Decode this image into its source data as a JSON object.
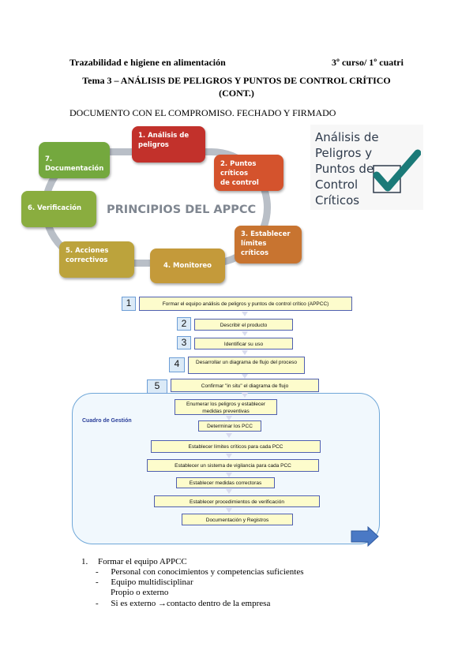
{
  "header": {
    "subject": "Trazabilidad e higiene en alimentación",
    "course": "3º curso/ 1º cuatri"
  },
  "title": {
    "line1": "Tema 3 – ANÁLISIS DE PELIGROS Y PUNTOS DE CONTROL CRÍTICO",
    "line2": "(CONT.)"
  },
  "subtitle": "DOCUMENTO CON EL COMPROMISO. FECHADO Y FIRMADO",
  "principles_diagram": {
    "center_label": "PRINCIPIOS DEL APPCC",
    "steps": [
      {
        "line1": "1. Análisis de",
        "line2": "peligros",
        "color": "#c2312b"
      },
      {
        "line1": "2. Puntos críticos",
        "line2": "de control",
        "color": "#d4532d"
      },
      {
        "line1": "3. Establecer",
        "line2": "límites",
        "line3": "críticos",
        "color": "#c87430"
      },
      {
        "line1": "4. Monitoreo",
        "line2": "",
        "color": "#c49a3a"
      },
      {
        "line1": "5. Acciones",
        "line2": "correctivos",
        "color": "#bca33c"
      },
      {
        "line1": "6. Verificación",
        "line2": "",
        "color": "#8aad3f"
      },
      {
        "line1": "7. Documentación",
        "line2": "",
        "color": "#74a83e"
      }
    ]
  },
  "logo": {
    "lines": [
      "Análisis de",
      "Peligros y",
      "Puntos de",
      "Control",
      "Críticos"
    ],
    "check_color": "#1b7a78"
  },
  "flowchart": {
    "steps": [
      {
        "num": "1",
        "text": "Formar el equipo análisis de peligros y puntos de control crítico (APPCC)"
      },
      {
        "num": "2",
        "text": "Describir el producto"
      },
      {
        "num": "3",
        "text": "Identificar su uso"
      },
      {
        "num": "4",
        "text": "Desarrollar un diagrama de flujo del proceso"
      },
      {
        "num": "5",
        "text": "Confirmar \"in situ\" el diagrama de flujo"
      }
    ],
    "panel_label": "Cuadro de Gestión",
    "inner_steps": [
      "Enumerar los peligros y establecer medidas preventivas",
      "Determinar los PCC",
      "Establecer límites críticos para cada PCC",
      "Establecer un sistema de vigilancia para cada PCC",
      "Establecer medidas correctoras",
      "Establecer procedimientos de verificación",
      "Documentación y Registros"
    ]
  },
  "list": {
    "item1": "Formar el equipo APPCC",
    "bullets": [
      "Personal con conocimientos y competencias suficientes",
      "Equipo multidisciplinar",
      "Si es externo →contacto dentro de la empresa"
    ],
    "indent_line": "Propio o externo"
  }
}
